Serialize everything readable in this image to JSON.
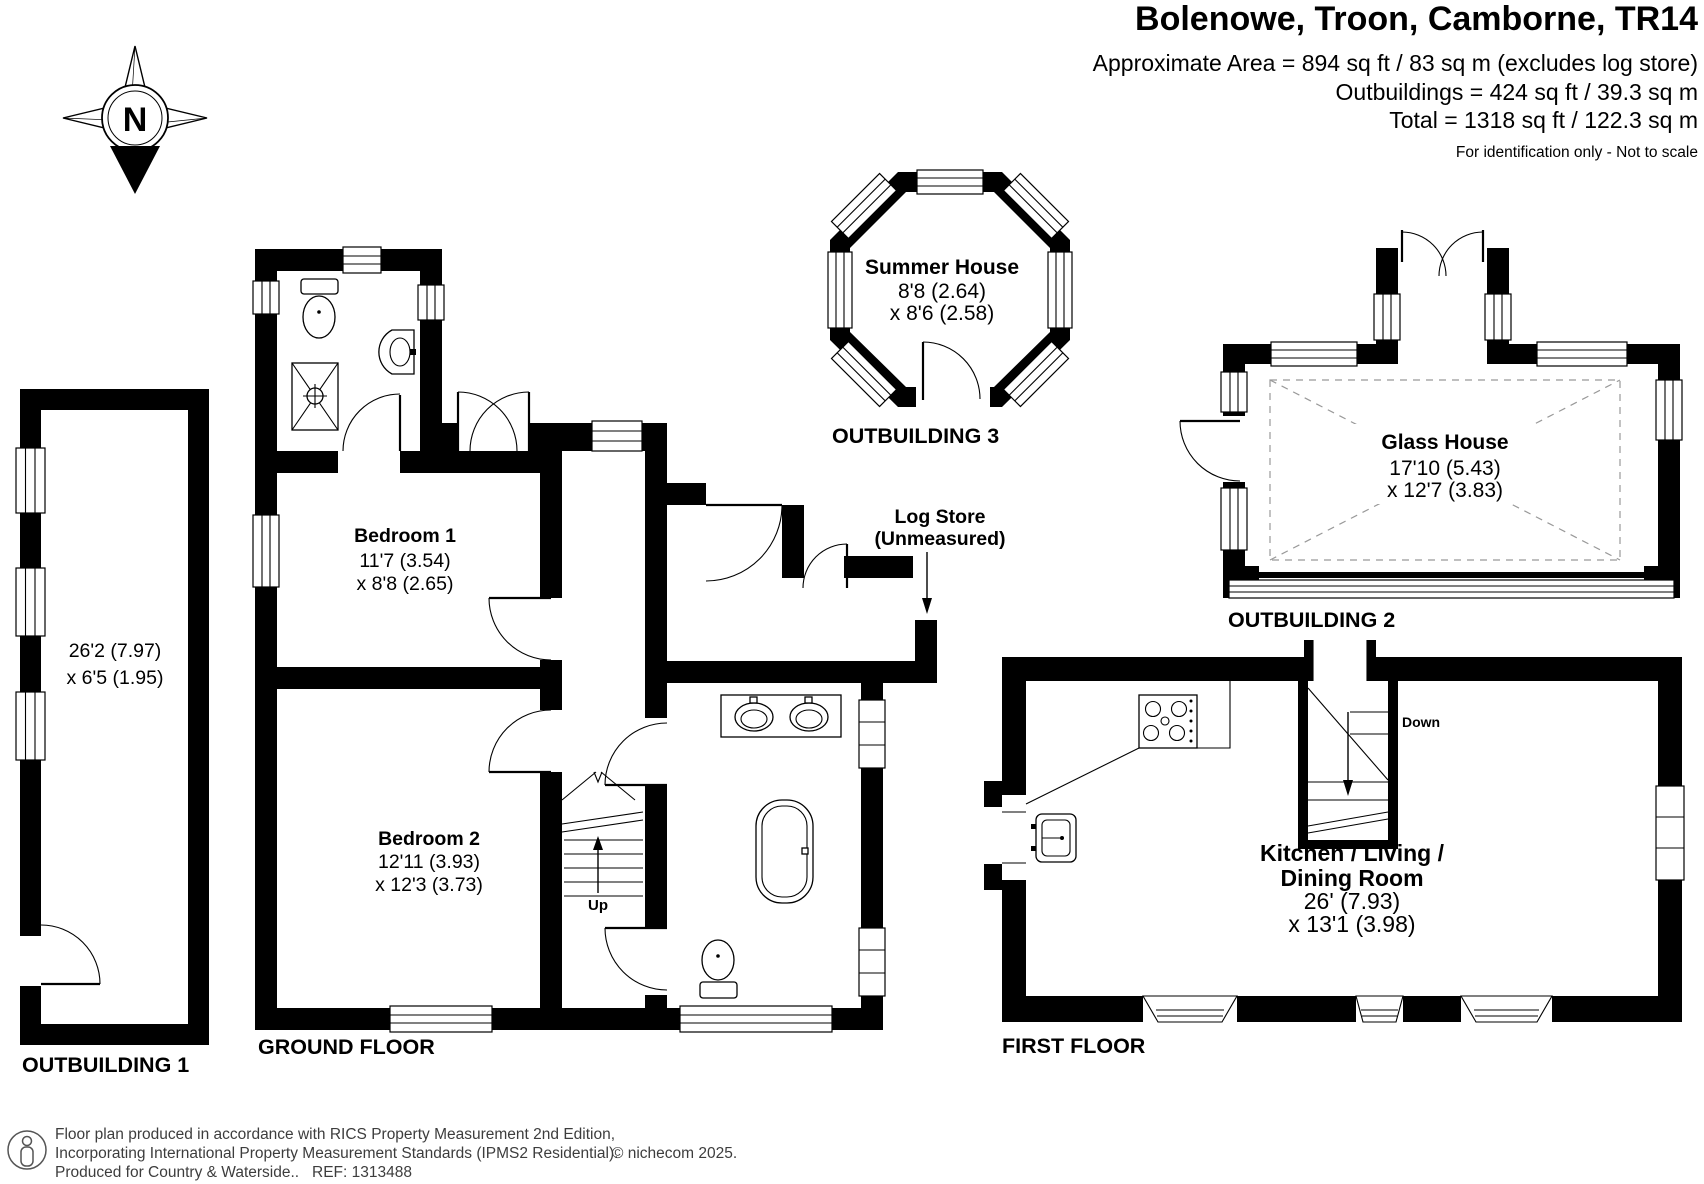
{
  "header": {
    "title": "Bolenowe, Troon, Camborne, TR14",
    "area_line1": "Approximate Area = 894 sq ft / 83 sq m (excludes log store)",
    "area_line2": "Outbuildings = 424 sq ft / 39.3 sq m",
    "area_line3": "Total = 1318 sq ft / 122.3 sq m",
    "disclaimer": "For identification only - Not to scale"
  },
  "compass": {
    "north_label": "N"
  },
  "floor_labels": {
    "ground_floor": "GROUND FLOOR",
    "first_floor": "FIRST FLOOR",
    "outbuilding1": "OUTBUILDING 1",
    "outbuilding2": "OUTBUILDING 2",
    "outbuilding3": "OUTBUILDING 3"
  },
  "rooms": {
    "outbuilding1": {
      "dim1": "26'2 (7.97)",
      "dim2": "x 6'5 (1.95)"
    },
    "bedroom1": {
      "name": "Bedroom 1",
      "dim1": "11'7 (3.54)",
      "dim2": "x 8'8 (2.65)"
    },
    "bedroom2": {
      "name": "Bedroom 2",
      "dim1": "12'11 (3.93)",
      "dim2": "x 12'3 (3.73)"
    },
    "summer_house": {
      "name": "Summer House",
      "dim1": "8'8 (2.64)",
      "dim2": "x 8'6 (2.58)"
    },
    "glass_house": {
      "name": "Glass House",
      "dim1": "17'10 (5.43)",
      "dim2": "x 12'7 (3.83)"
    },
    "kitchen_living_dining": {
      "name_line1": "Kitchen / Living /",
      "name_line2": "Dining Room",
      "dim1": "26' (7.93)",
      "dim2": "x 13'1 (3.98)"
    },
    "log_store": {
      "name": "Log Store",
      "note": "(Unmeasured)"
    }
  },
  "stairs": {
    "up_label": "Up",
    "down_label": "Down"
  },
  "footer": {
    "line1": "Floor plan produced in accordance with RICS Property Measurement 2nd Edition,",
    "line2": "Incorporating International Property Measurement Standards (IPMS2 Residential).",
    "copyright": "© nichecom 2025.",
    "line3": "Produced for Country & Waterside..",
    "ref": "REF: 1313488"
  },
  "colors": {
    "wall": "#000000",
    "background": "#ffffff",
    "footer_text": "#3d3d3d",
    "dashed_roof": "#999999"
  }
}
